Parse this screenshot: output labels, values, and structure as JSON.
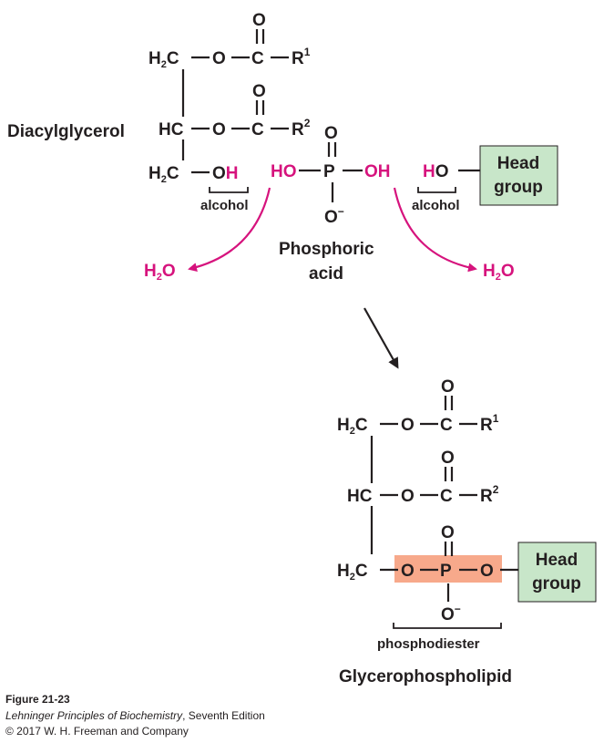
{
  "labels": {
    "diacylglycerol": "Diacylglycerol",
    "phosphoric_acid_line1": "Phosphoric",
    "phosphoric_acid_line2": "acid",
    "alcohol": "alcohol",
    "head_group_line1": "Head",
    "head_group_line2": "group",
    "phosphodiester": "phosphodiester",
    "glycerophospholipid": "Glycerophospholipid",
    "water": "H",
    "water_sub": "2",
    "water_o": "O"
  },
  "atoms": {
    "h": "H",
    "h2_sub": "2",
    "c": "C",
    "o": "O",
    "p": "P",
    "r": "R",
    "r1_sup": "1",
    "r2_sup": "2",
    "hc": "HC",
    "minus": "−",
    "ho": "HO",
    "oh": "OH"
  },
  "caption": {
    "figure": "Figure 21-23",
    "book": "Lehninger Principles of Biochemistry",
    "edition": ", Seventh Edition",
    "copyright": "© 2017 W. H. Freeman and Company"
  },
  "colors": {
    "text": "#231f20",
    "highlight_pink": "#d6137d",
    "head_group_fill": "#c8e6c9",
    "phosphodiester_fill": "#f7a98b"
  }
}
